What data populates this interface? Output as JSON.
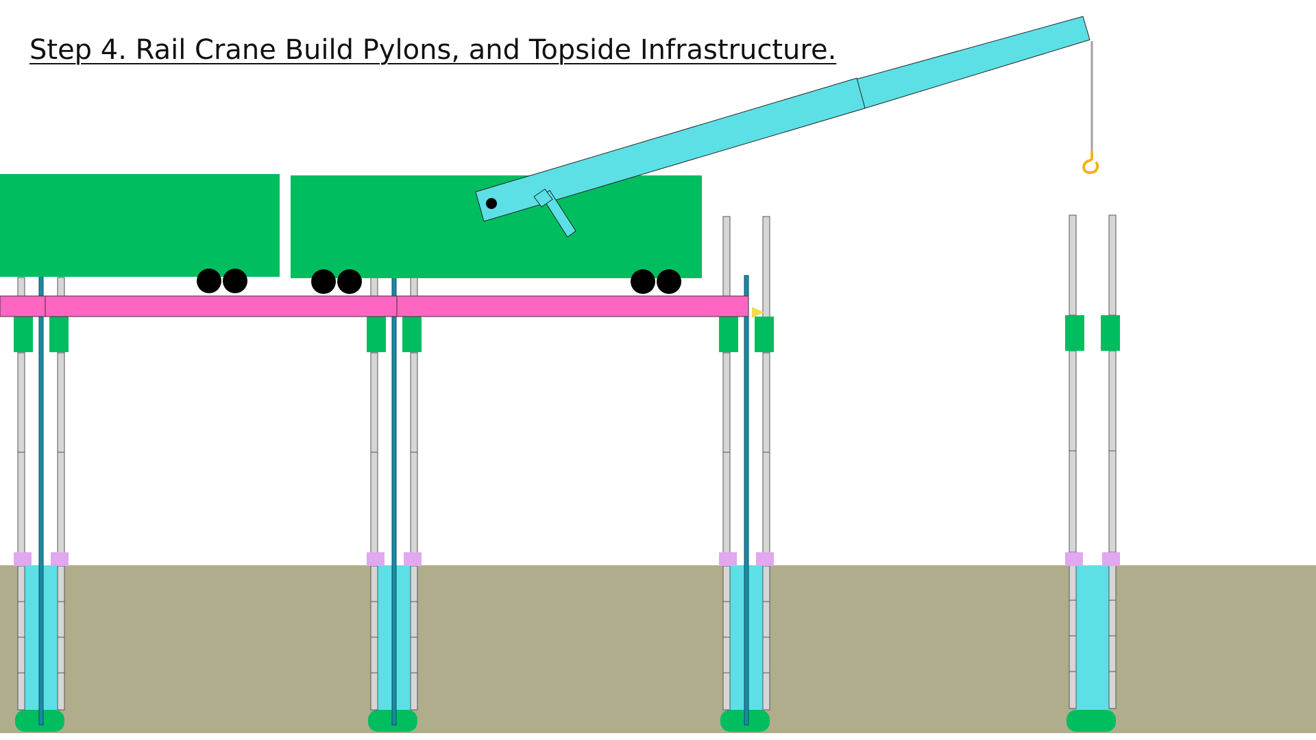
{
  "title": "Step 4. Rail Crane Build Pylons, and Topside Infrastructure.",
  "colors": {
    "background": "#ffffff",
    "ground": "#b0ad8c",
    "rail_car": "#00bd60",
    "crane_boom": "#5ce0e6",
    "rail_beam": "#ff66c2",
    "pylon_segment": "#d6d6d6",
    "cap_block": "#00bd60",
    "pad_block": "#e0a8ee",
    "water_fill": "#5ce0e6",
    "foot_block": "#00bd60",
    "rod": "#1a8aa3",
    "wheel": "#000000",
    "hook": "#f2b21c",
    "cable": "#a0a0a0",
    "marker": "#f5d94f"
  },
  "components": {
    "rail_cars": 2,
    "crane_boom_sections": 2,
    "pylon_pairs_under_deck": 3,
    "pylon_pairs_standalone": 1
  },
  "icons": [
    "crane-hook-icon",
    "wheel-icon",
    "pivot-pin-icon",
    "marker-arrow-icon"
  ]
}
